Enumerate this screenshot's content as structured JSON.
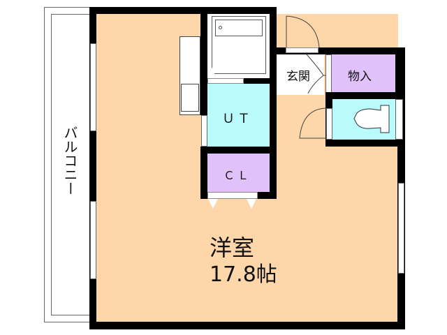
{
  "floorplan": {
    "balcony": {
      "label": "バルコニー"
    },
    "main_room": {
      "name": "洋室",
      "size": "17.8帖"
    },
    "unit_bath": {
      "label": "ＵＴ"
    },
    "closet": {
      "label": "ＣＬ"
    },
    "entrance": {
      "label": "玄関"
    },
    "storage": {
      "label": "物入"
    },
    "toilet": {
      "label": ""
    }
  },
  "colors": {
    "floor": "#fdd7a9",
    "wet_area": "#b9fbfd",
    "storage": "#e1c1f9",
    "wall": "#000000"
  }
}
